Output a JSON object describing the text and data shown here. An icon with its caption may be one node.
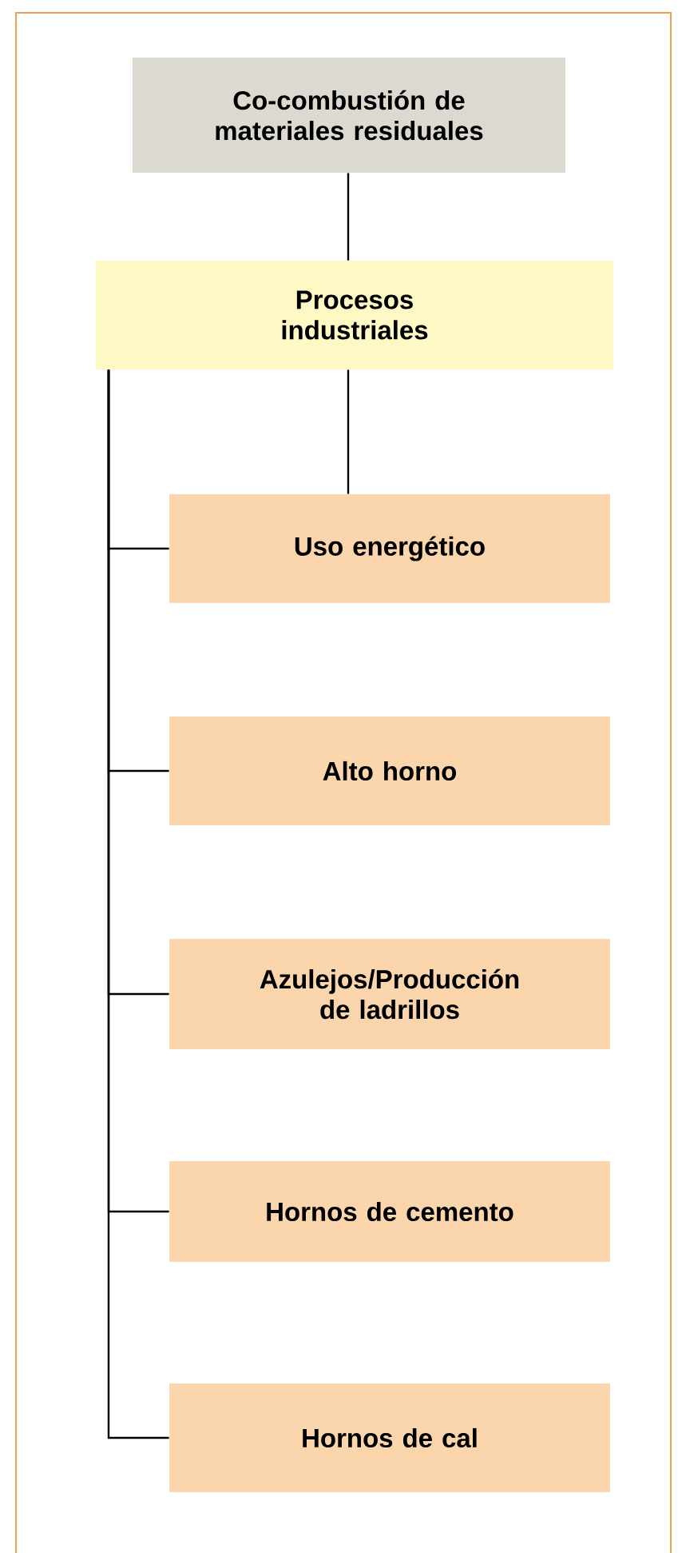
{
  "diagram": {
    "nodes": [
      {
        "text": [
          "Co-combustión de materiales residuales"
        ]
      },
      {
        "text": [
          "Procesos industriales"
        ]
      },
      {
        "text": [
          "Uso energético"
        ]
      },
      {
        "text": [
          "Alto horno"
        ]
      },
      {
        "text": [
          "Azulejos/Producción de ladrillos"
        ]
      },
      {
        "text": [
          "Hornos de cemento"
        ]
      },
      {
        "text": [
          "Hornos de cal"
        ]
      }
    ],
    "edges": [
      {
        "from": 0,
        "to": 1,
        "arrow": "none"
      },
      {
        "from": 1,
        "to": 2,
        "arrow": "none"
      },
      {
        "from": 1,
        "to": 2,
        "arrow": "none"
      },
      {
        "from": 1,
        "to": 3,
        "arrow": "none"
      },
      {
        "from": 1,
        "to": 4,
        "arrow": "none"
      },
      {
        "from": 1,
        "to": 5,
        "arrow": "none"
      },
      {
        "from": 1,
        "to": 6,
        "arrow": "none"
      }
    ]
  }
}
